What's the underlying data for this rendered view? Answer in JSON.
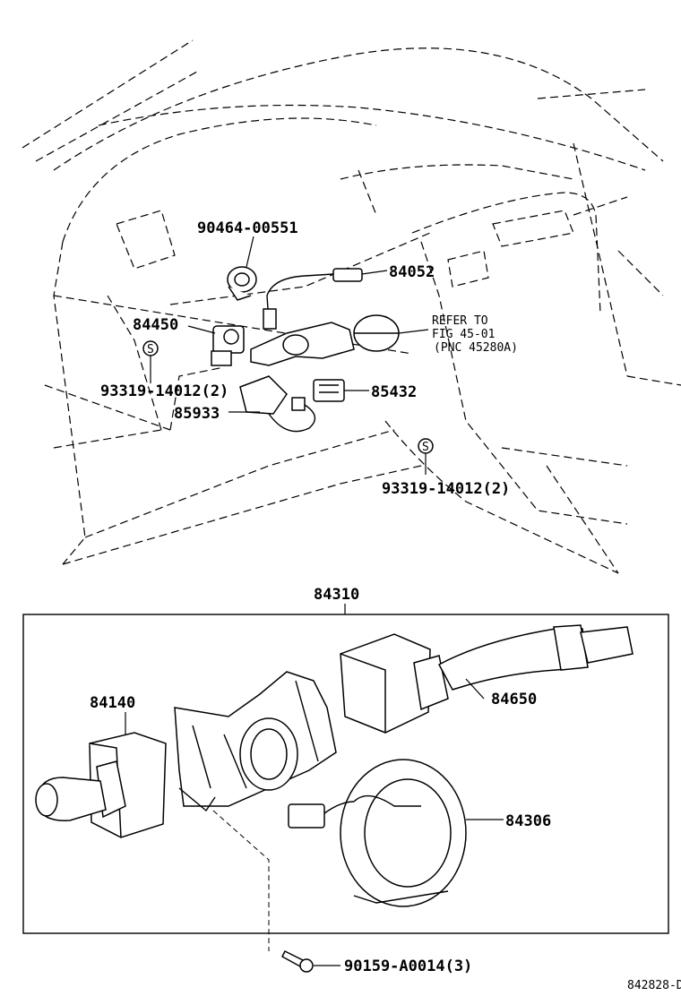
{
  "diagram": {
    "drawing_code": "842828-D",
    "assembly_label": "84310",
    "refer_note": {
      "line1": "REFER TO",
      "line2": "FIG 45-01",
      "line3": "(PNC 45280A)"
    },
    "callouts": {
      "p90464": "90464-00551",
      "p84052": "84052",
      "p84450": "84450",
      "p93319a": "93319-14012(2)",
      "p85933": "85933",
      "p85432": "85432",
      "p93319b": "93319-14012(2)",
      "p84140": "84140",
      "p84650": "84650",
      "p84306": "84306",
      "p90159": "90159-A0014(3)"
    },
    "screw_symbol": "S"
  }
}
